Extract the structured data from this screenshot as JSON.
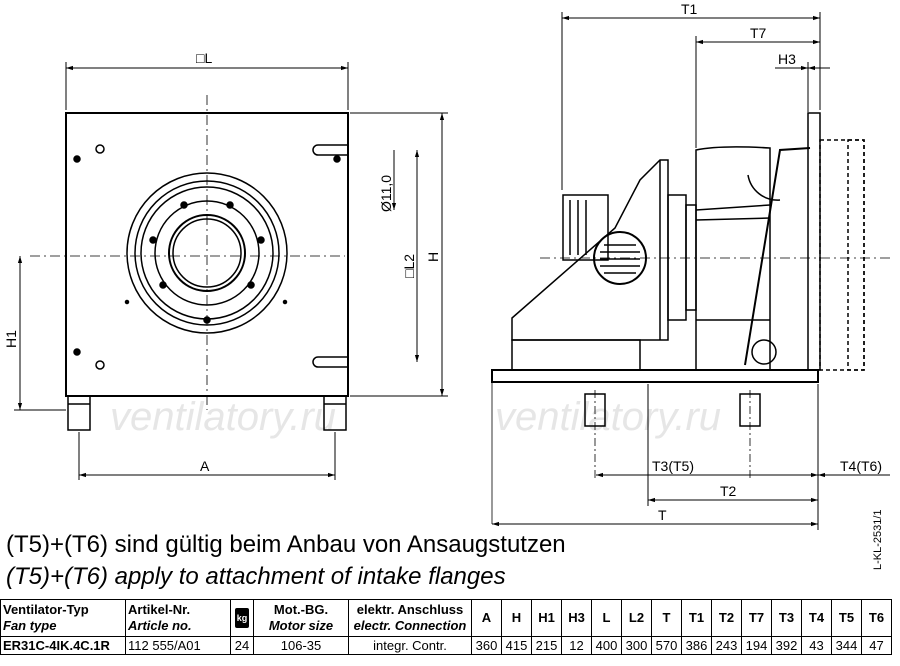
{
  "drawing": {
    "watermark": "ventilatory.ru",
    "front_view": {
      "dim_L": "□L",
      "dim_L2": "□L2",
      "dim_H": "H",
      "dim_H1": "H1",
      "dim_A": "A",
      "dim_hole": "Ø11,0"
    },
    "side_view": {
      "dim_T1": "T1",
      "dim_T7": "T7",
      "dim_H3": "H3",
      "dim_T3": "T3(T5)",
      "dim_T4": "T4(T6)",
      "dim_T2": "T2",
      "dim_T": "T"
    }
  },
  "notes": {
    "german": "(T5)+(T6) sind gültig beim Anbau von Ansaugstutzen",
    "english": "(T5)+(T6) apply to attachment of intake flanges"
  },
  "drawing_code": "L-KL-2531/1",
  "table": {
    "headers": {
      "fan_type_de": "Ventilator-Typ",
      "fan_type_en": "Fan type",
      "article_de": "Artikel-Nr.",
      "article_en": "Article no.",
      "weight_icon": "kg",
      "motor_de": "Mot.-BG.",
      "motor_en": "Motor size",
      "connection_de": "elektr. Anschluss",
      "connection_en": "electr. Connection",
      "dims": [
        "A",
        "H",
        "H1",
        "H3",
        "L",
        "L2",
        "T",
        "T1",
        "T2",
        "T7",
        "T3",
        "T4",
        "T5",
        "T6"
      ]
    },
    "row": {
      "fan_type": "ER31C-4IK.4C.1R",
      "article_no": "112 555/A01",
      "weight": "24",
      "motor_size": "106-35",
      "connection": "integr. Contr.",
      "dims": [
        "360",
        "415",
        "215",
        "12",
        "400",
        "300",
        "570",
        "386",
        "243",
        "194",
        "392",
        "43",
        "344",
        "47"
      ]
    }
  }
}
